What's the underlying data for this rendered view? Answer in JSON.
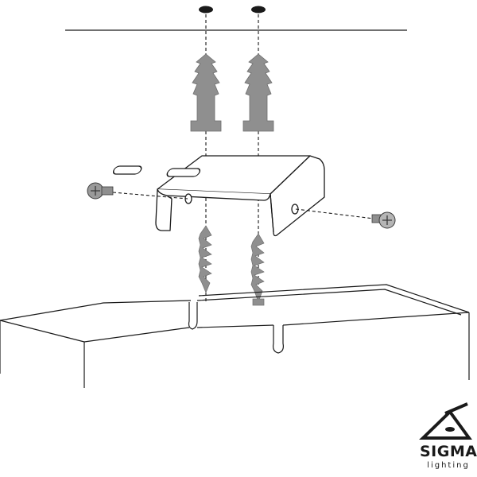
{
  "brand": {
    "name": "SIGMA",
    "tagline": "lighting"
  },
  "colors": {
    "line": "#1a1a1a",
    "part_fill": "#8f8f8f",
    "part_fill_light": "#b5b5b5",
    "background": "#ffffff"
  },
  "icons": {
    "logo": "sigma-triangle-logo"
  }
}
